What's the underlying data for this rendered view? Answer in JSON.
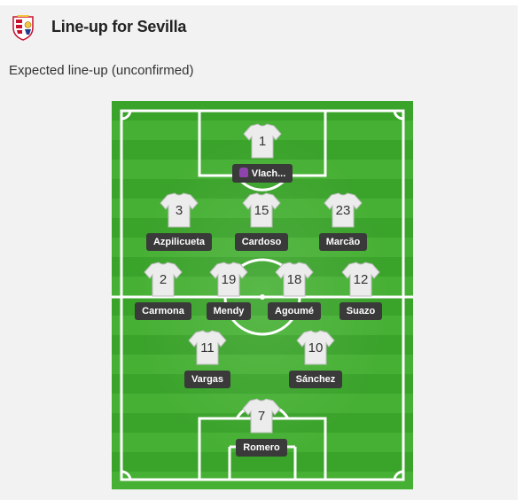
{
  "header": {
    "title": "Line-up for Sevilla"
  },
  "lineup": {
    "status": "Expected line-up (unconfirmed)"
  },
  "colors": {
    "pitch_dark": "#3aa32a",
    "pitch_light": "#46b034",
    "label_bg": "#3a3a3a",
    "shirt": "#e8e8e8"
  },
  "players": [
    {
      "number": "1",
      "name": "Vlach...",
      "position": "goalkeeper",
      "gk": true
    },
    {
      "number": "3",
      "name": "Azpilicueta",
      "position": "defender"
    },
    {
      "number": "15",
      "name": "Cardoso",
      "position": "defender"
    },
    {
      "number": "23",
      "name": "Marcão",
      "position": "defender"
    },
    {
      "number": "2",
      "name": "Carmona",
      "position": "midfielder"
    },
    {
      "number": "19",
      "name": "Mendy",
      "position": "midfielder"
    },
    {
      "number": "18",
      "name": "Agoumé",
      "position": "midfielder"
    },
    {
      "number": "12",
      "name": "Suazo",
      "position": "midfielder"
    },
    {
      "number": "11",
      "name": "Vargas",
      "position": "forward"
    },
    {
      "number": "10",
      "name": "Sánchez",
      "position": "forward"
    },
    {
      "number": "7",
      "name": "Romero",
      "position": "forward"
    }
  ]
}
